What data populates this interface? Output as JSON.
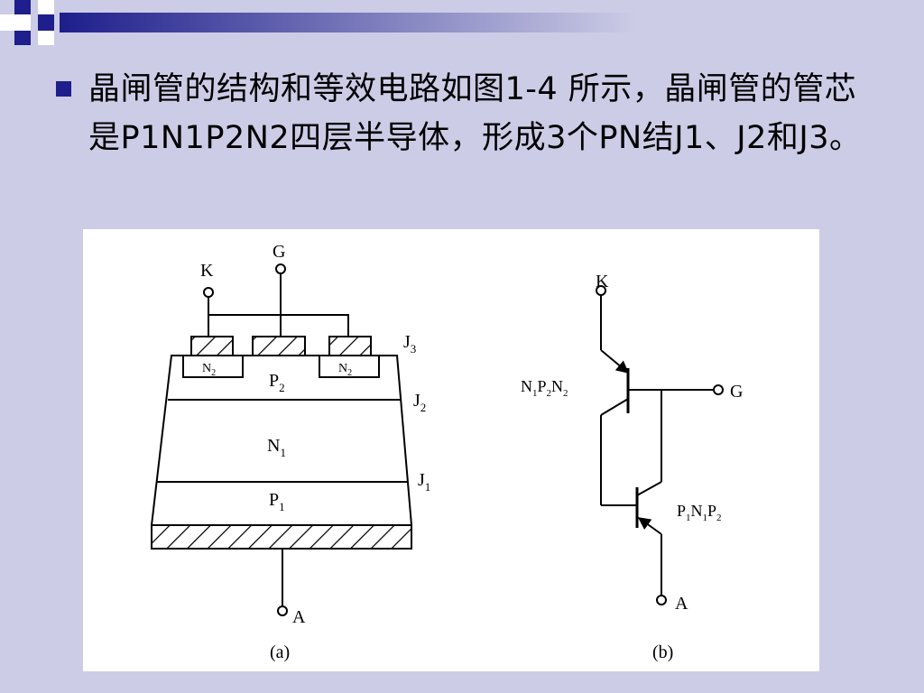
{
  "slide": {
    "bullet_text": "晶闸管的结构和等效电路如图1-4 所示，晶闸管的管芯是P1N1P2N2四层半导体，形成3个PN结J1、J2和J3。",
    "bullet_icon": "square-bullet-icon",
    "accent_color": "#1e1e8c",
    "background_color": "#cccce6"
  },
  "figure": {
    "panel_a": {
      "caption": "(a)",
      "terminals": {
        "k": "K",
        "g": "G",
        "a": "A"
      },
      "layers": {
        "n2": "N",
        "n2_sub": "2",
        "p2": "P",
        "p2_sub": "2",
        "n1": "N",
        "n1_sub": "1",
        "p1": "P",
        "p1_sub": "1"
      },
      "junctions": {
        "j3": "J",
        "j3_sub": "3",
        "j2": "J",
        "j2_sub": "2",
        "j1": "J",
        "j1_sub": "1"
      }
    },
    "panel_b": {
      "caption": "(b)",
      "terminals": {
        "k": "K",
        "g": "G",
        "a": "A"
      },
      "upper_transistor": {
        "p1": "N",
        "s1": "1",
        "p2": "P",
        "s2": "2",
        "p3": "N",
        "s3": "2"
      },
      "lower_transistor": {
        "p1": "P",
        "s1": "1",
        "p2": "N",
        "s2": "1",
        "p3": "P",
        "s3": "2"
      }
    }
  }
}
